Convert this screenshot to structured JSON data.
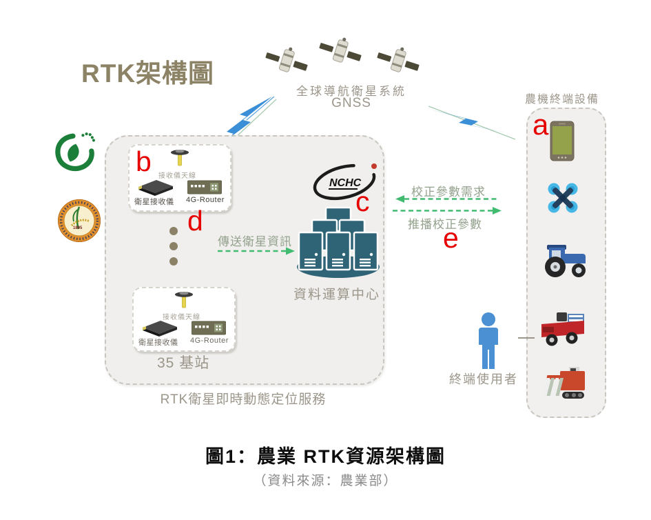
{
  "title": "RTK架構圖",
  "gnss": {
    "label_zh": "全球導航衛星系統",
    "label_en": "GNSS"
  },
  "labels": {
    "a": "a",
    "b": "b",
    "c": "c",
    "d": "d",
    "e": "e"
  },
  "left_box": {
    "station_top": {
      "antenna": "接收儀天線",
      "receiver": "衛星接收儀",
      "router": "4G-Router"
    },
    "station_bottom": {
      "antenna": "接收儀天線",
      "receiver": "衛星接收儀",
      "router": "4G-Router"
    },
    "stations_count_label": "35 基站",
    "nchc_text": "NCHC",
    "datacenter_label": "資料運算中心",
    "caption": "RTK衛星即時動態定位服務"
  },
  "flows": {
    "send_satellite_info": "傳送衛星資訊",
    "correction_request": "校正參數需求",
    "correction_push": "推播校正參數"
  },
  "right_box": {
    "title": "農機終端設備"
  },
  "end_user": {
    "label": "終端使用者"
  },
  "seal": {
    "year": "1895"
  },
  "figure_caption": {
    "title": "圖1：農業 RTK資源架構圖",
    "source": "（資料來源：農業部）"
  },
  "icons": {
    "satellite": "gnss-satellite",
    "lightning": "signal-bolt",
    "antenna": "receiver-antenna",
    "receiver": "satellite-receiver",
    "router": "4g-router",
    "server": "data-center",
    "phone": "smartphone",
    "drone": "drone",
    "tractor": "tractor",
    "truck": "farm-truck",
    "harvester": "harvester",
    "person": "end-user"
  },
  "colors": {
    "accent_red": "#e60000",
    "arrow_green": "#41bb70",
    "server_teal": "#2f6477",
    "person_blue": "#4a90d2",
    "title_khaki": "#8c8266",
    "label_gray": "#9b958a"
  }
}
